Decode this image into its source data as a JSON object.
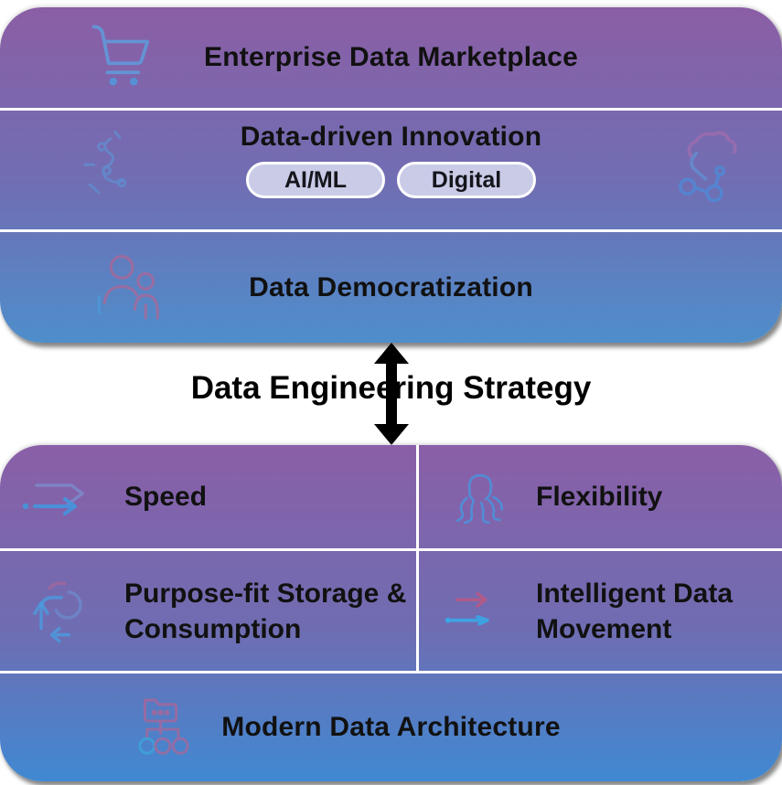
{
  "colors": {
    "gradient_top_purple": "#8b5ea5",
    "gradient_bottom_blue": "#4089d2",
    "divider": "#ffffff",
    "pill_fill": "#c9cbe7",
    "pill_border": "#ffffff",
    "heading_text": "#111111",
    "connector_arrow": "#000000",
    "icon_blue": "#4f9ada",
    "icon_pink": "#c2608c",
    "block_shadow": "#8f8f8f"
  },
  "top_block": {
    "rows": [
      {
        "icon": "shopping-cart",
        "label": "Enterprise Data Marketplace"
      },
      {
        "icon_left": "molecule-chain",
        "icon_right": "cloud-network",
        "label": "Data-driven Innovation",
        "pills": [
          "AI/ML",
          "Digital"
        ]
      },
      {
        "icon": "people",
        "label": "Data Democratization"
      }
    ]
  },
  "connector": {
    "label": "Data Engineering Strategy",
    "arrow": "double-vertical-arrow"
  },
  "bottom_block": {
    "grid": [
      [
        {
          "icon": "speed-arrow",
          "label": "Speed"
        },
        {
          "icon": "octopus",
          "label": "Flexibility"
        }
      ],
      [
        {
          "icon": "cycle-arrows",
          "label": "Purpose-fit Storage & Consumption"
        },
        {
          "icon": "data-movement-arrows",
          "label": "Intelligent Data Movement"
        }
      ]
    ],
    "footer": {
      "icon": "folder-tree",
      "label": "Modern Data Architecture"
    }
  }
}
